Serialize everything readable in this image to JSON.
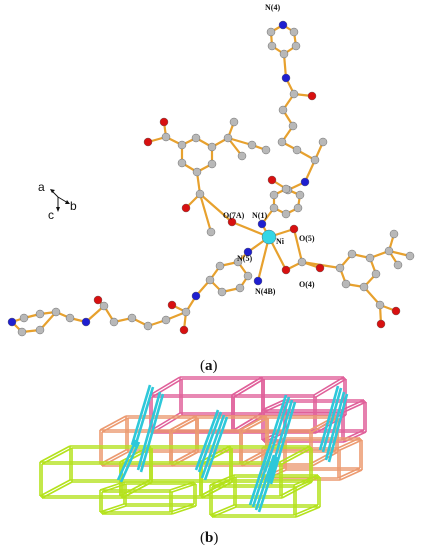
{
  "colors": {
    "bond": "#e7a12e",
    "carbon": "#b8b8b8",
    "nitrogen": "#1f1fd0",
    "oxygen": "#d81010",
    "nickel": "#33d6e6",
    "net_magenta": "#e0609a",
    "net_orange": "#ec9a70",
    "net_green": "#b4e21c",
    "net_cyan": "#2ec8da"
  },
  "atom_labels": {
    "n4": "N(4)",
    "o7a": "O(7A)",
    "n1": "N(1)",
    "ni": "Ni",
    "o5": "O(5)",
    "n5": "N(5)",
    "n4b": "N(4B)",
    "o4": "O(4)"
  },
  "axes": {
    "a": "a",
    "b": "b",
    "c": "c"
  },
  "captions": {
    "a": "(a)",
    "b": "(b)"
  },
  "caption_letters": {
    "a": "a",
    "b": "b"
  }
}
